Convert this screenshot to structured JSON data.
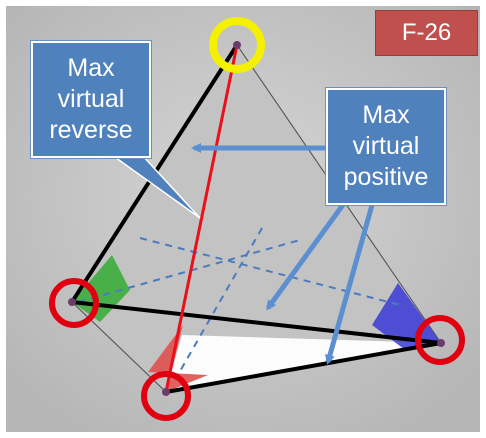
{
  "badge": {
    "text": "F-26",
    "color": "#c0504d"
  },
  "callouts": [
    {
      "id": "reverse",
      "lines": [
        "Max",
        "virtual",
        "reverse"
      ],
      "fill": "#4f81bd"
    },
    {
      "id": "positive",
      "lines": [
        "Max",
        "virtual",
        "positive"
      ],
      "fill": "#4f81bd"
    }
  ],
  "colors": {
    "background": "#c9c9c9",
    "highlight_circle": "#e00010",
    "apex_circle": "#f4f000",
    "red_edge": "#e8101a",
    "black_edge": "#000000",
    "green_corner": "#3cae3c",
    "blue_corner": "#3a3ad8",
    "red_corner": "#e0504d",
    "white_face": "#ffffff",
    "dashed_axis": "#4a7ac0",
    "arrow": "#5b8fcf"
  },
  "icons": [
    "apex-highlight-circle",
    "vertex-highlight-circle",
    "callout-arrow"
  ]
}
